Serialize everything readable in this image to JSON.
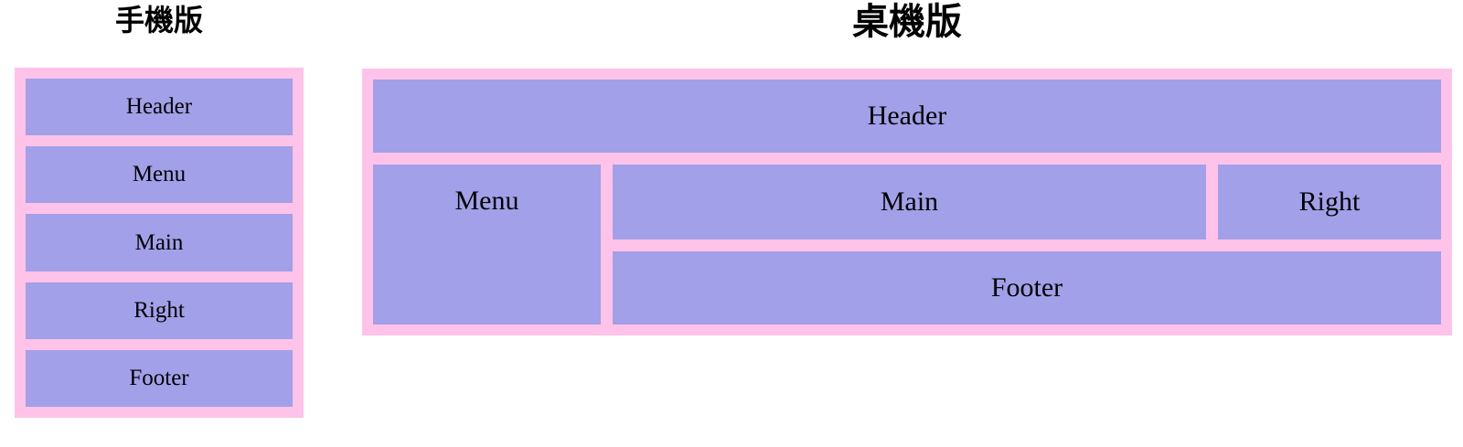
{
  "colors": {
    "page_background": "#ffffff",
    "panel_pink": "#ffc2e8",
    "box_purple": "#a2a0e8",
    "text": "#000000"
  },
  "mobile": {
    "title": "手機版",
    "boxes": [
      "Header",
      "Menu",
      "Main",
      "Right",
      "Footer"
    ]
  },
  "desktop": {
    "title": "桌機版",
    "boxes": {
      "header": "Header",
      "menu": "Menu",
      "main": "Main",
      "right": "Right",
      "footer": "Footer"
    }
  }
}
